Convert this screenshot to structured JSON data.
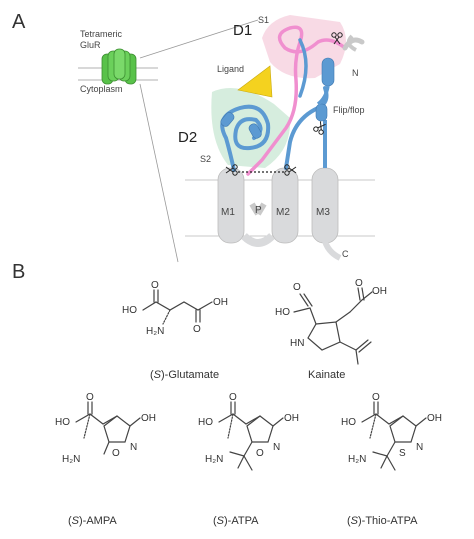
{
  "panels": {
    "a": "A",
    "b": "B"
  },
  "receptor": {
    "title_line1": "Tetrameric",
    "title_line2": "GluR",
    "cytoplasm": "Cytoplasm"
  },
  "domains": {
    "d1": "D1",
    "d2": "D2",
    "s1": "S1",
    "s2": "S2",
    "n_term": "N",
    "c_term": "C",
    "ligand": "Ligand",
    "flipflop": "Flip/flop"
  },
  "segments": {
    "m1": "M1",
    "p": "P",
    "m2": "M2",
    "m3": "M3"
  },
  "atoms": {
    "ho": "HO",
    "o": "O",
    "oh": "OH",
    "h2n": "H₂N",
    "hn": "HN",
    "n": "N",
    "s": "S"
  },
  "compounds": {
    "glutamate": {
      "prefix": "(",
      "italic": "S",
      "suffix": ")-Glutamate"
    },
    "kainate": "Kainate",
    "ampa": {
      "prefix": "(",
      "italic": "S",
      "suffix": ")-AMPA"
    },
    "atpa": {
      "prefix": "(",
      "italic": "S",
      "suffix": ")-ATPA"
    },
    "thio_atpa": {
      "prefix": "(",
      "italic": "S",
      "suffix": ")-Thio-ATPA"
    }
  },
  "colors": {
    "receptor_green": "#59c24a",
    "d1_pink": "#f7d6e2",
    "d2_green": "#d4ecdc",
    "ligand_yellow": "#f4d21f",
    "chain_blue": "#5c9ad2",
    "chain_pink": "#f08fcf",
    "membrane_gray": "#d9dadc"
  }
}
